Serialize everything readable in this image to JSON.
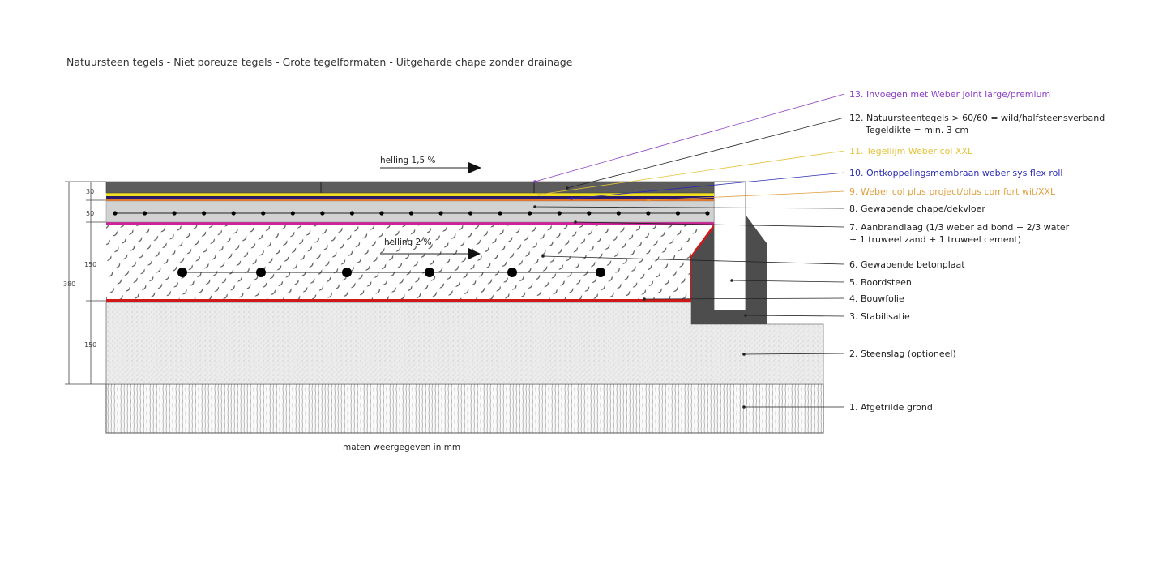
{
  "title": "Natuursteen tegels - Niet poreuze tegels - Grote tegelformaten - Uitgeharde chape zonder drainage",
  "slopes": {
    "top": "helling 1,5 %",
    "concrete": "helling 2 %"
  },
  "dimensions": {
    "total": "380",
    "tile": "30",
    "screed": "50",
    "slab": "150",
    "gravel": "150"
  },
  "footnote": "maten weergegeven in mm",
  "labels": [
    {
      "text": "13. Invoegen met Weber joint large/premium",
      "color": "#8b3fc4"
    },
    {
      "text": "12. Natuursteentegels > 60/60 = wild/halfsteensverband",
      "text2": "Tegeldikte = min. 3 cm",
      "color": "#222222"
    },
    {
      "text": "11. Tegellijm Weber col XXL",
      "color": "#e6c23a"
    },
    {
      "text": "10. Ontkoppelingsmembraan weber sys flex roll",
      "color": "#2b2bb0"
    },
    {
      "text": "9. Weber col plus project/plus comfort wit/XXL",
      "color": "#e0a040"
    },
    {
      "text": "8. Gewapende chape/dekvloer",
      "color": "#222222"
    },
    {
      "text": "7. Aanbrandlaag (1/3 weber ad bond + 2/3 water",
      "text2": "+ 1 truweel zand + 1 truweel cement)",
      "color": "#222222"
    },
    {
      "text": "6. Gewapende betonplaat",
      "color": "#222222"
    },
    {
      "text": "5. Boordsteen",
      "color": "#222222"
    },
    {
      "text": "4. Bouwfolie",
      "color": "#222222"
    },
    {
      "text": "3. Stabilisatie",
      "color": "#222222"
    },
    {
      "text": "2. Steenslag (optioneel)",
      "color": "#222222"
    },
    {
      "text": "1. Afgetrilde grond",
      "color": "#222222"
    }
  ]
}
